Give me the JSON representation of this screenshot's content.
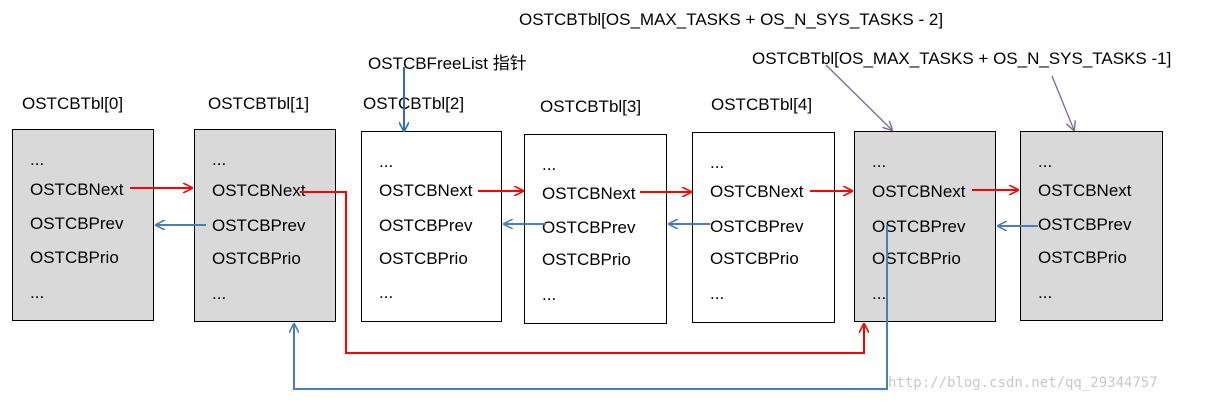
{
  "title_top": "OSTCBTbl[OS_MAX_TASKS + OS_N_SYS_TASKS - 2]",
  "title_right": "OSTCBTbl[OS_MAX_TASKS + OS_N_SYS_TASKS -1]",
  "freelist_label": "OSTCBFreeList 指针",
  "blocks": [
    {
      "name": "OSTCBTbl[0]",
      "fill": "gray"
    },
    {
      "name": "OSTCBTbl[1]",
      "fill": "gray"
    },
    {
      "name": "OSTCBTbl[2]",
      "fill": "white"
    },
    {
      "name": "OSTCBTbl[3]",
      "fill": "white"
    },
    {
      "name": "OSTCBTbl[4]",
      "fill": "white"
    },
    {
      "name": "",
      "fill": "gray"
    },
    {
      "name": "",
      "fill": "gray"
    }
  ],
  "fields": [
    "...",
    "OSTCBNext",
    "OSTCBPrev",
    "OSTCBPrio",
    "..."
  ],
  "watermark": "http://blog.csdn.net/qq_29344757",
  "colors": {
    "next_arrow": "#ff0000",
    "prev_arrow": "#4a7ebb",
    "pointer_arrow": "#8064a2",
    "freelist_arrow": "#2a6eb5",
    "gray_fill": "#d9d9d9"
  }
}
